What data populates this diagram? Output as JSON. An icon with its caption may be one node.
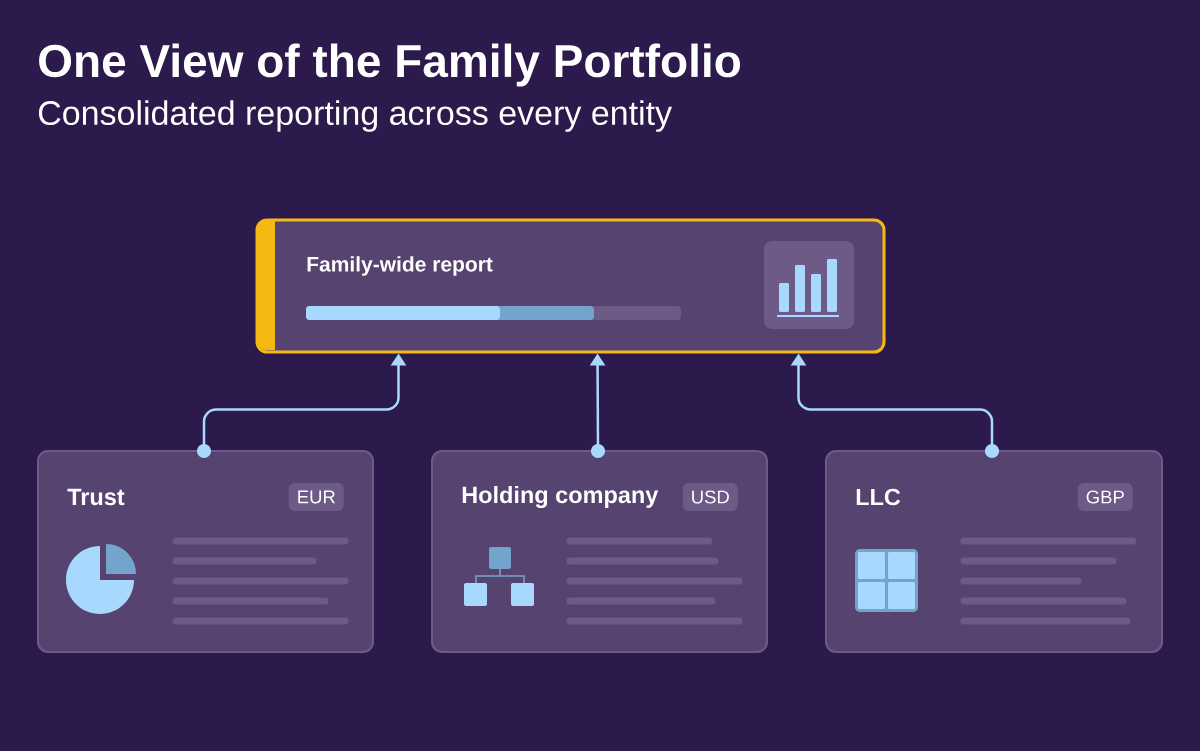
{
  "diagram": {
    "title": "One View of the Family Portfolio",
    "nodes": [
      {
        "text": [
          "Family-wide report"
        ]
      },
      {
        "text": [
          "Trust",
          "EUR"
        ]
      },
      {
        "text": [
          "Holding company",
          "USD"
        ]
      },
      {
        "text": [
          "LLC",
          "GBP"
        ]
      }
    ],
    "edges": [
      {
        "from": 1,
        "to": 0,
        "arrow": "to"
      },
      {
        "from": 2,
        "to": 0,
        "arrow": "to"
      },
      {
        "from": 3,
        "to": 0,
        "arrow": "to"
      }
    ],
    "labels": [
      "Consolidated reporting across every entity"
    ]
  }
}
